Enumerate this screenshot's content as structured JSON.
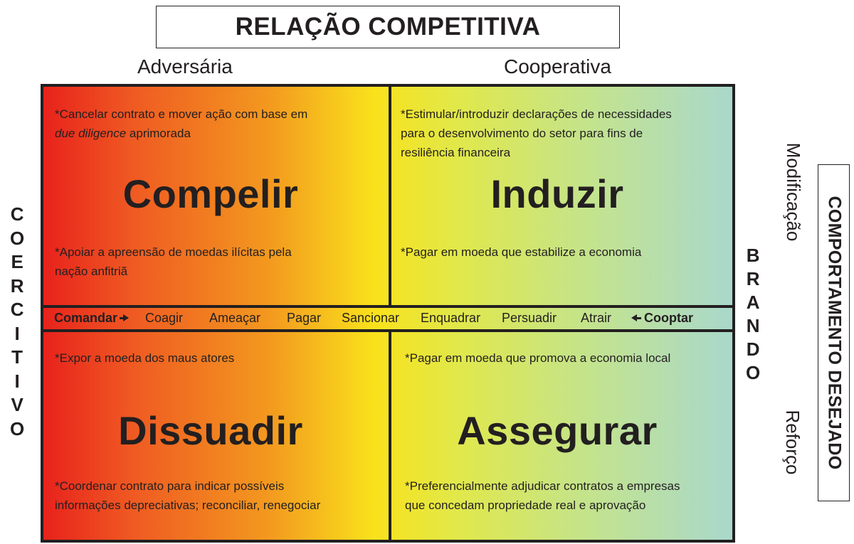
{
  "header": {
    "title": "RELAÇÃO COMPETITIVA",
    "left_label": "Adversária",
    "right_label": "Cooperativa"
  },
  "left_axis": {
    "letters": [
      "C",
      "O",
      "E",
      "R",
      "C",
      "I",
      "T",
      "I",
      "V",
      "O"
    ]
  },
  "right_axis": {
    "letters": [
      "B",
      "R",
      "A",
      "N",
      "D",
      "O"
    ],
    "top_label": "Modificação",
    "bottom_label": "Reforço",
    "title": "COMPORTAMENTO DESEJADO"
  },
  "quadrants": {
    "top_left": {
      "title": "Compelir",
      "note_top_prefix": "*Cancelar contrato e mover ação com base em",
      "note_top_italic": "due diligence",
      "note_top_suffix": " aprimorada",
      "note_bottom_line1": "*Apoiar a apreensão de moedas ilícitas pela",
      "note_bottom_line2": "nação anfitriã"
    },
    "top_right": {
      "title": "Induzir",
      "note_top_line1": "*Estimular/introduzir declarações de necessidades",
      "note_top_line2": "para o desenvolvimento do setor para fins de",
      "note_top_line3": "resiliência financeira",
      "note_bottom": "*Pagar em moeda que estabilize a economia"
    },
    "bottom_left": {
      "title": "Dissuadir",
      "note_top": "*Expor a moeda dos maus atores",
      "note_bottom_line1": "*Coordenar contrato para indicar possíveis",
      "note_bottom_line2": "informações depreciativas; reconciliar, renegociar"
    },
    "bottom_right": {
      "title": "Assegurar",
      "note_top": "*Pagar em moeda que promova a economia local",
      "note_bottom_line1": "*Preferencialmente adjudicar contratos a empresas",
      "note_bottom_line2": "que concedam propriedade real e aprovação"
    }
  },
  "spectrum": {
    "start": "Comandar",
    "items": [
      "Coagir",
      "Ameaçar",
      "Pagar",
      "Sancionar",
      "Enquadrar",
      "Persuadir",
      "Atrair"
    ],
    "end": "Cooptar"
  }
}
